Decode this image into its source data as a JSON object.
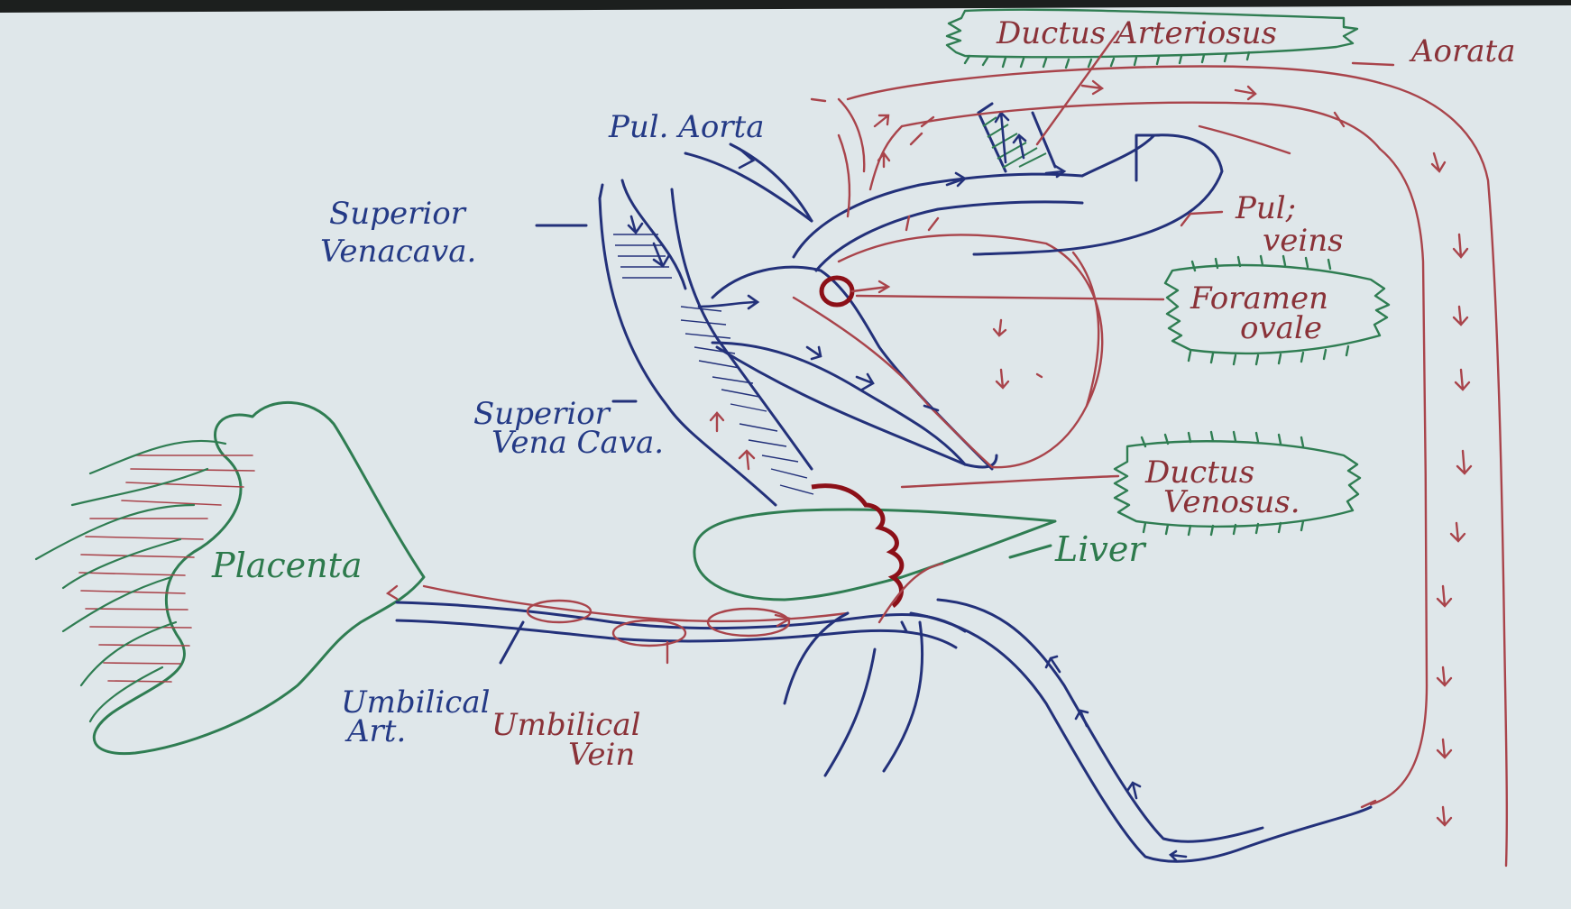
{
  "labels": {
    "ductus_arteriosus": "Ductus Arteriosus",
    "aorta": "Aorata",
    "pul_aorta": "Pul. Aorta",
    "superior_venacava_1": "Superior",
    "superior_venacava_2": "Venacava.",
    "pul_veins_1": "Pul;",
    "pul_veins_2": "veins",
    "foramen_ovale_1": "Foramen",
    "foramen_ovale_2": "ovale",
    "superior_vena_cava_lower_1": "Superior",
    "superior_vena_cava_lower_2": "Vena Cava.",
    "ductus_venosus_1": "Ductus",
    "ductus_venosus_2": "Venosus.",
    "liver": "Liver",
    "placenta": "Placenta",
    "umbilical_art_1": "Umbilical",
    "umbilical_art_2": "Art.",
    "umbilical_vein_1": "Umbilical",
    "umbilical_vein_2": "Vein"
  },
  "colors": {
    "paper": "#dfe7ea",
    "blue_ink": "#23317a",
    "red_ink": "#a9444b",
    "green_ink": "#2f7d52",
    "dark_red_ink": "#8c1018"
  }
}
